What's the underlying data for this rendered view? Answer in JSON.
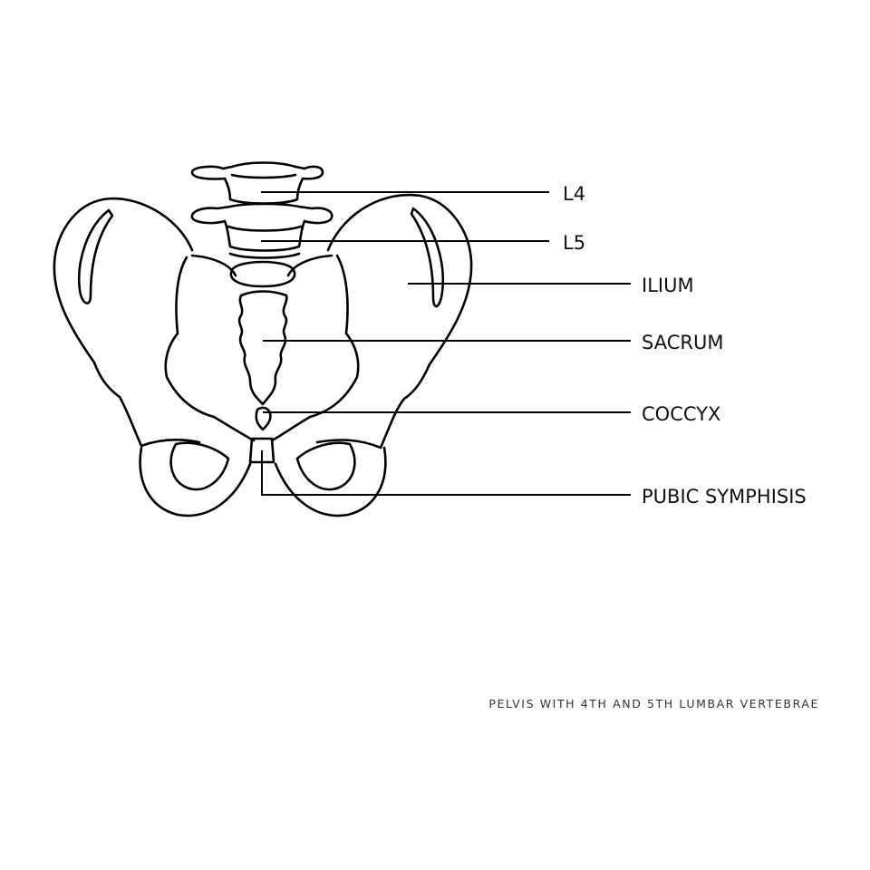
{
  "diagram": {
    "labels": {
      "l4": "L4",
      "l5": "L5",
      "ilium": "ILIUM",
      "sacrum": "SACRUM",
      "coccyx": "COCCYX",
      "pubic_symphisis": "PUBIC SYMPHISIS"
    },
    "caption": "PELVIS WITH 4TH AND 5TH LUMBAR VERTEBRAE"
  },
  "colors": {
    "line": "#000000",
    "background": "#ffffff",
    "caption": "#333333"
  }
}
